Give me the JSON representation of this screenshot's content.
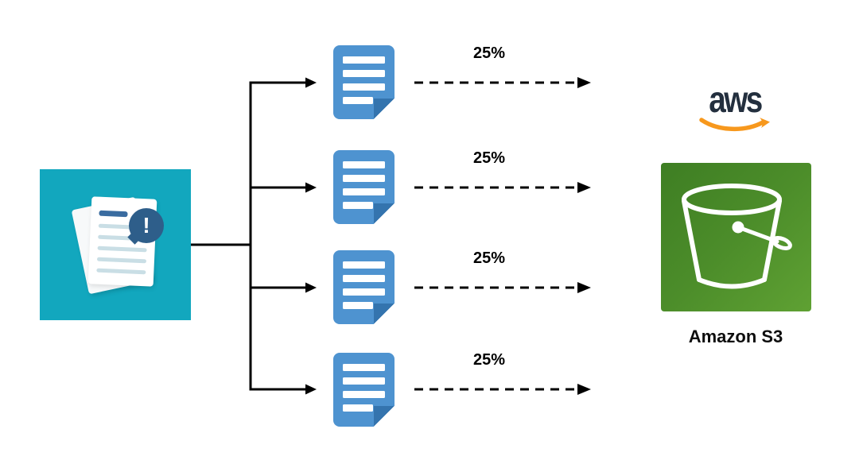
{
  "diagram": {
    "source": {
      "icon": "document-alert-icon",
      "alert_glyph": "!",
      "bg_color": "#12a7be"
    },
    "parts": [
      {
        "icon": "file-part-icon",
        "label": "25%"
      },
      {
        "icon": "file-part-icon",
        "label": "25%"
      },
      {
        "icon": "file-part-icon",
        "label": "25%"
      },
      {
        "icon": "file-part-icon",
        "label": "25%"
      }
    ],
    "destination": {
      "logo_icon": "aws-logo",
      "logo_text": "aws",
      "bucket_icon": "s3-bucket-icon",
      "label": "Amazon S3"
    },
    "colors": {
      "source_bg": "#12a7be",
      "part_fill": "#4e93d0",
      "part_fold": "#3474ae",
      "badge_blue": "#2e5e8a",
      "connector": "#000000",
      "aws_text": "#232f3e",
      "aws_smile": "#f7981d",
      "s3_green_dark": "#3e7e23",
      "s3_green_light": "#5fa133"
    }
  }
}
